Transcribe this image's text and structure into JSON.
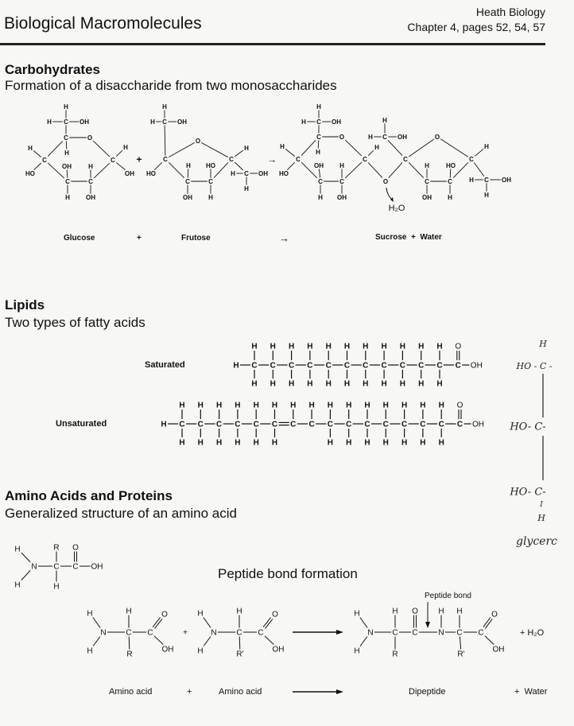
{
  "header": {
    "title": "Biological Macromolecules",
    "book": "Heath Biology",
    "chapter": "Chapter 4, pages 52, 54, 57"
  },
  "carbohydrates": {
    "title": "Carbohydrates",
    "subtitle": "Formation of a disaccharide from two monosaccharides",
    "labels": {
      "glucose": "Glucose",
      "plus": "+",
      "frutose": "Frutose",
      "arrow": "→",
      "sucrose_water": "Sucrose  +  Water"
    },
    "reaction_plus": "+",
    "reaction_arrow": "→",
    "water": "H₂O",
    "glucose_atoms": [
      "H",
      "H",
      "C",
      "OH",
      "C",
      "O",
      "H",
      "C",
      "H",
      "HO",
      "C",
      "H",
      "OH",
      "OH",
      "H",
      "C",
      "C",
      "H",
      "OH"
    ],
    "frutose_atoms": [
      "H",
      "H",
      "C",
      "OH",
      "O",
      "C",
      "HO",
      "C",
      "H",
      "HO",
      "C",
      "C",
      "OH",
      "H",
      "H",
      "H",
      "C",
      "OH",
      "H"
    ],
    "sucrose_atoms": [
      "H",
      "H",
      "C",
      "OH",
      "C",
      "O",
      "H",
      "C",
      "H",
      "HO",
      "OH",
      "H",
      "C",
      "C",
      "H",
      "OH",
      "C",
      "H",
      "O",
      "H",
      "H",
      "C",
      "OH",
      "C",
      "O",
      "C",
      "H",
      "H",
      "HO",
      "C",
      "C",
      "OH",
      "H",
      "H",
      "C",
      "OH",
      "H"
    ]
  },
  "lipids": {
    "title": "Lipids",
    "subtitle": "Two types of fatty acids",
    "saturated_label": "Saturated",
    "unsaturated_label": "Unsaturated",
    "symbols": {
      "h": "H",
      "c": "C",
      "o": "O",
      "oh": "OH"
    },
    "saturated_carbons": 11,
    "unsaturated_carbons": 15,
    "double_bond_after_carbon": 6
  },
  "glycerol_note": {
    "top_h": "H",
    "row1": "HO - C -",
    "row2": "HO- C-",
    "row3": "HO- C-",
    "bar": "I",
    "bottom_h": "H",
    "name": "glycerc"
  },
  "amino": {
    "title": "Amino Acids and Proteins",
    "subtitle": "Generalized structure of an amino acid",
    "peptide_title": "Peptide bond formation",
    "peptide_bond_label": "Peptide bond",
    "plus": "+",
    "plus_water": "+ H₂O",
    "general_atoms": [
      "H",
      "N",
      "H",
      "R",
      "C",
      "H",
      "O",
      "C",
      "OH"
    ],
    "aa1_atoms": [
      "H",
      "N",
      "H",
      "C",
      "H",
      "R",
      "C",
      "O",
      "OH"
    ],
    "aa2_atoms": [
      "H",
      "N",
      "H",
      "C",
      "H",
      "R'",
      "C",
      "O",
      "OH"
    ],
    "dipeptide_atoms": [
      "H",
      "N",
      "H",
      "C",
      "H",
      "R",
      "C",
      "O",
      "N",
      "H",
      "C",
      "H",
      "R'",
      "C",
      "O",
      "OH"
    ],
    "labels": {
      "amino_acid_1": "Amino acid",
      "plus": "+",
      "amino_acid_2": "Amino acid",
      "dipeptide": "Dipeptide",
      "water": "+  Water"
    }
  }
}
